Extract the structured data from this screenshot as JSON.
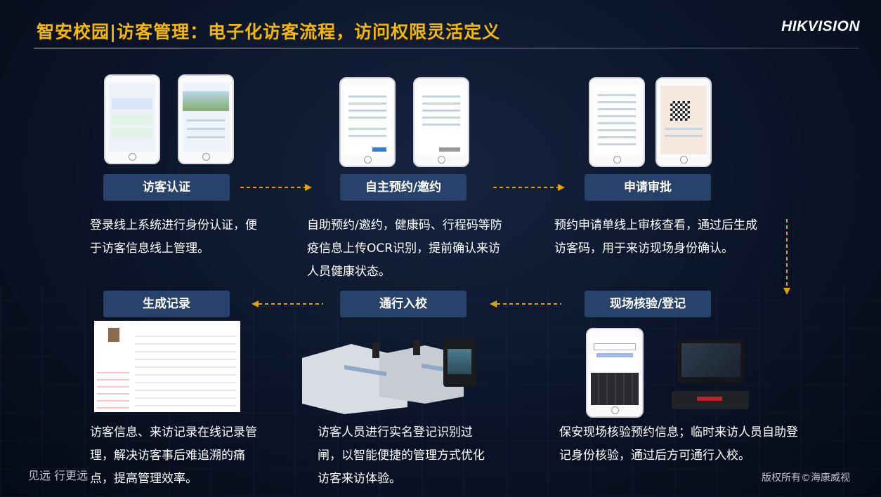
{
  "header": {
    "title": "智安校园|访客管理：电子化访客流程，访问权限灵活定义",
    "logo": "HIKVISION"
  },
  "steps": [
    {
      "label": "访客认证",
      "desc": "登录线上系统进行身份认证，便于访客信息线上管理。"
    },
    {
      "label": "自主预约/邀约",
      "desc": "自助预约/邀约，健康码、行程码等防疫信息上传OCR识别，提前确认来访人员健康状态。"
    },
    {
      "label": "申请审批",
      "desc": "预约申请单线上审核查看，通过后生成访客码，用于来访现场身份确认。"
    },
    {
      "label": "现场核验/登记",
      "desc": "保安现场核验预约信息；临时来访人员自助登记身份核验，通过后方可通行入校。"
    },
    {
      "label": "通行入校",
      "desc": "访客人员进行实名登记识别过闸，以智能便捷的管理方式优化访客来访体验。"
    },
    {
      "label": "生成记录",
      "desc": "访客信息、来访记录在线记录管理，解决访客事后难追溯的痛点，提高管理效率。"
    }
  ],
  "footer": {
    "slogan": "见远 行更远",
    "copyright": "版权所有©海康威视"
  },
  "colors": {
    "title": "#f5b800",
    "step_box": "#27436c",
    "arrow": "#e0a400"
  }
}
